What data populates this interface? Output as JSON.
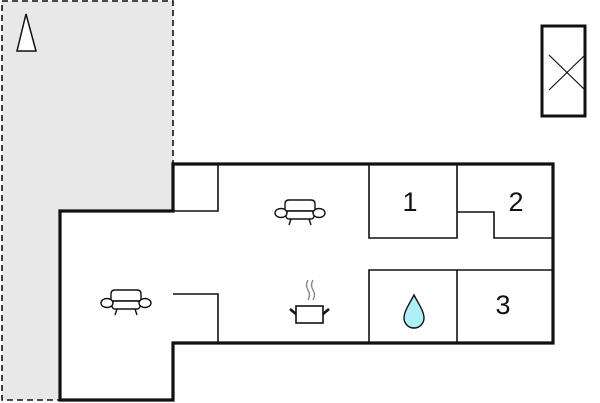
{
  "plan": {
    "colors": {
      "background": "#ffffff",
      "outdoor_area": "#e8e8e8",
      "wall": "#111111",
      "water_drop": "#aef0f4"
    },
    "outdoor_area": {
      "type": "terrace",
      "border": "dashed"
    },
    "compass": {
      "icon": "north-arrow-icon"
    },
    "legend_box": {
      "icon": "close-x-icon"
    },
    "rooms": [
      {
        "id": "living-room-upper",
        "label": "",
        "icon": "sofa-icon"
      },
      {
        "id": "living-room-left",
        "label": "",
        "icon": "sofa-icon"
      },
      {
        "id": "kitchen",
        "label": "",
        "icon": "cooking-pot-icon"
      },
      {
        "id": "bathroom",
        "label": "",
        "icon": "water-drop-icon"
      },
      {
        "id": "bedroom-1",
        "label": "1"
      },
      {
        "id": "bedroom-2",
        "label": "2"
      },
      {
        "id": "bedroom-3",
        "label": "3"
      }
    ]
  }
}
